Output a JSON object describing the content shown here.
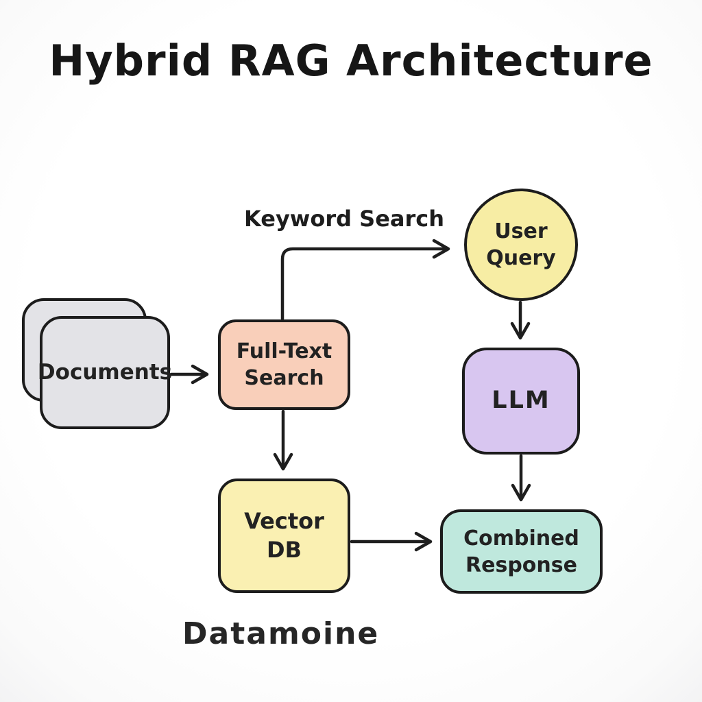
{
  "title": "Hybrid RAG Architecture",
  "watermark": "Datamoine",
  "nodes": {
    "documents": {
      "label": "Documents",
      "fill": "#e3e3e7",
      "shape": "stacked-rounded-rect"
    },
    "full_text_search": {
      "label": "Full-Text Search",
      "fill": "#f9cfba",
      "shape": "rounded-rect"
    },
    "user_query": {
      "label": "User Query",
      "fill": "#f7eda4",
      "shape": "circle"
    },
    "llm": {
      "label": "LLM",
      "fill": "#d8c6f0",
      "shape": "rounded-rect"
    },
    "vector_db": {
      "label": "Vector DB",
      "fill": "#faf0b2",
      "shape": "rounded-rect"
    },
    "combined_response": {
      "label": "Combined Response",
      "fill": "#bfe8dd",
      "shape": "rounded-rect"
    }
  },
  "edges": {
    "documents_to_full_text": {
      "from": "documents",
      "to": "full_text_search",
      "label": ""
    },
    "keyword_search": {
      "from": "full_text_search",
      "to": "user_query",
      "label": "Keyword Search"
    },
    "user_query_to_llm": {
      "from": "user_query",
      "to": "llm",
      "label": ""
    },
    "full_text_to_vector_db": {
      "from": "full_text_search",
      "to": "vector_db",
      "label": ""
    },
    "llm_to_combined": {
      "from": "llm",
      "to": "combined_response",
      "label": ""
    },
    "vector_db_to_combined": {
      "from": "vector_db",
      "to": "combined_response",
      "label": ""
    }
  },
  "colors": {
    "stroke": "#1e1e1e",
    "background": "#ffffff",
    "documents_fill": "#e3e3e7",
    "full_text_fill": "#f9cfba",
    "user_query_fill": "#f7eda4",
    "llm_fill": "#d8c6f0",
    "vector_db_fill": "#faf0b2",
    "combined_fill": "#bfe8dd"
  }
}
